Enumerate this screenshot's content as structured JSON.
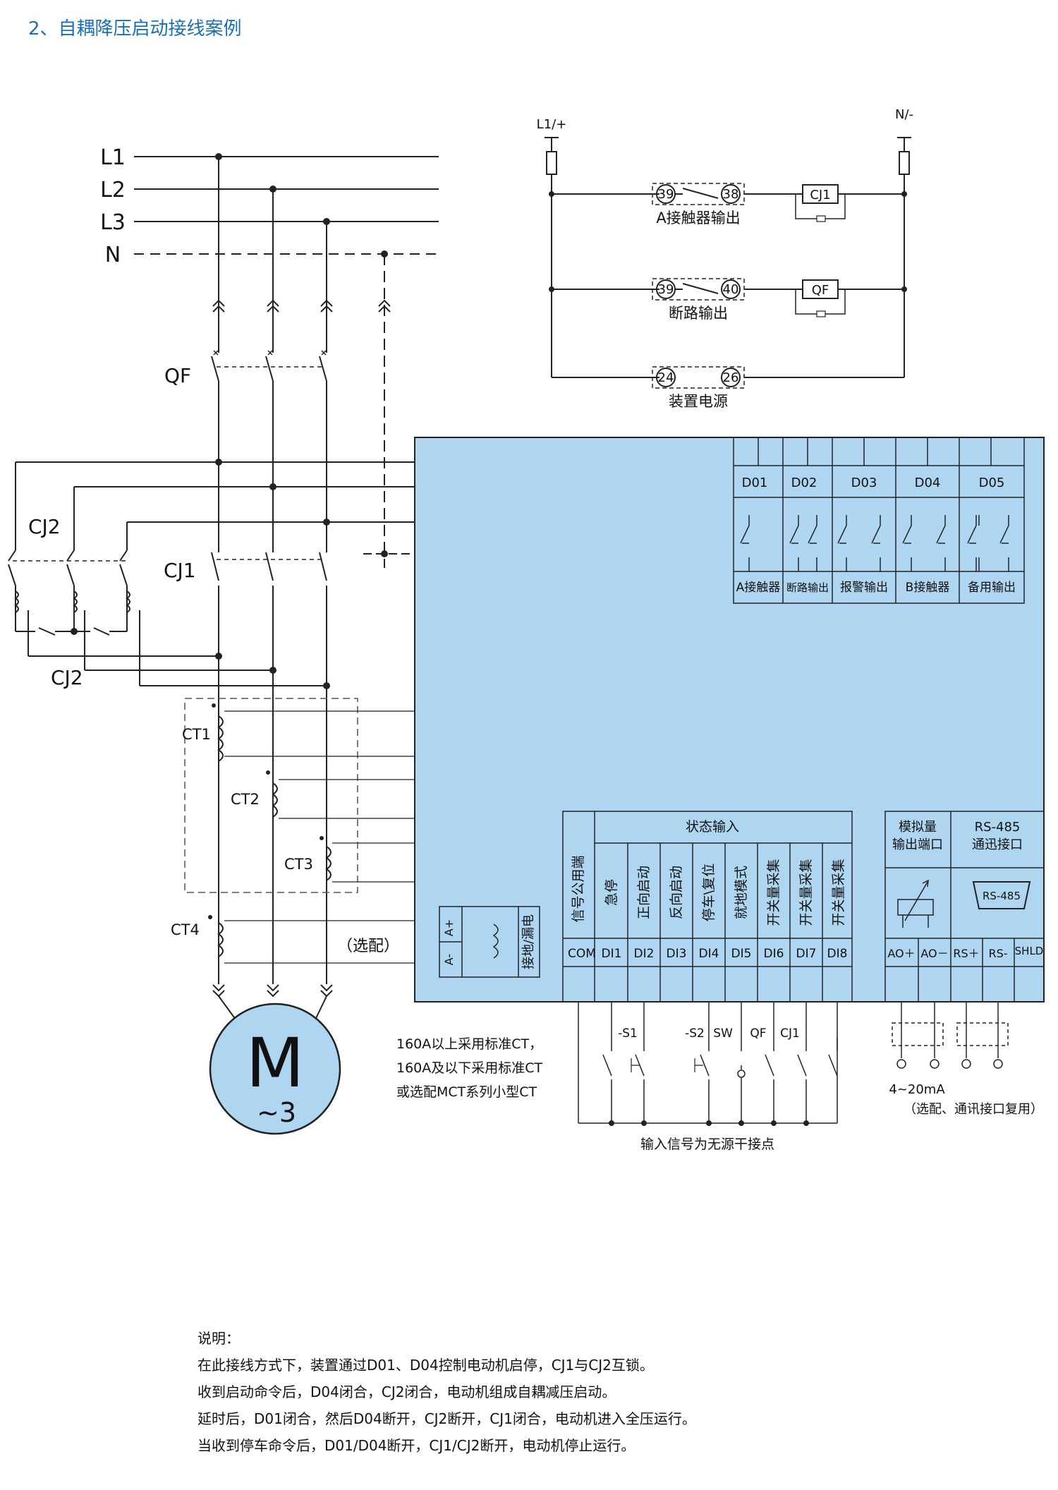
{
  "section_title": "2、自耦降压启动接线案例",
  "power_lines": [
    "L1",
    "L2",
    "L3",
    "N"
  ],
  "labels": {
    "qf": "QF",
    "cj1": "CJ1",
    "cj2": "CJ2",
    "ct1": "CT1",
    "ct2": "CT2",
    "ct3": "CT3",
    "ct4": "CT4",
    "optional": "（选配）",
    "motor_letter": "M",
    "motor_sub": "~3",
    "l1_plus": "L1/+",
    "n_minus": "N/-"
  },
  "control_circuit": {
    "rows": [
      {
        "left": "39",
        "right": "38",
        "caption": "A接触器输出",
        "coil": "CJ1"
      },
      {
        "left": "39",
        "right": "40",
        "caption": "断路输出",
        "coil": "QF"
      },
      {
        "left": "24",
        "right": "26",
        "caption": "装置电源",
        "coil": ""
      }
    ]
  },
  "device": {
    "outputs": [
      {
        "id": "D01",
        "label": "A接触器"
      },
      {
        "id": "D02",
        "label": "断路输出"
      },
      {
        "id": "D03",
        "label": "报警输出"
      },
      {
        "id": "D04",
        "label": "B接触器"
      },
      {
        "id": "D05",
        "label": "备用输出"
      }
    ],
    "leakage": {
      "a_plus": "A+",
      "a_minus": "A-",
      "caption": "接地/漏电"
    },
    "status_input": {
      "header": "状态输入",
      "common_caption": "信号公用端",
      "common_id": "COM",
      "inputs": [
        {
          "id": "DI1",
          "label": "急停"
        },
        {
          "id": "DI2",
          "label": "正向启动"
        },
        {
          "id": "DI3",
          "label": "反向启动"
        },
        {
          "id": "DI4",
          "label": "停车\\复位"
        },
        {
          "id": "DI5",
          "label": "就地模式"
        },
        {
          "id": "DI6",
          "label": "开关量采集"
        },
        {
          "id": "DI7",
          "label": "开关量采集"
        },
        {
          "id": "DI8",
          "label": "开关量采集"
        }
      ]
    },
    "analog": {
      "header_line1": "模拟量",
      "header_line2": "输出端口",
      "terminals": [
        "AO＋",
        "AO－"
      ]
    },
    "rs485": {
      "header_line1": "RS-485",
      "header_line2": "通迅接口",
      "port": "RS-485",
      "terminals": [
        "RS＋",
        "RS-",
        "SHLD"
      ]
    }
  },
  "external_inputs": [
    "-S1",
    "-S2",
    "SW",
    "QF",
    "CJ1"
  ],
  "ct_note": [
    "160A以上采用标准CT，",
    "160A及以下采用标准CT",
    "或选配MCT系列小型CT"
  ],
  "dry_contact_note": "输入信号为无源干接点",
  "analog_note": [
    "4~20mA",
    "（选配、通讯接口复用）"
  ],
  "notes": [
    "说明：",
    "在此接线方式下，装置通过D01、D04控制电动机启停，CJ1与CJ2互锁。",
    "收到启动命令后，D04闭合，CJ2闭合，电动机组成自耦减压启动。",
    "延时后，D01闭合，然后D04断开，CJ2断开，CJ1闭合，电动机进入全压运行。",
    "当收到停车命令后，D01/D04断开，CJ1/CJ2断开，电动机停止运行。"
  ],
  "colors": {
    "device_fill": "#aed6f1",
    "title": "#1a6fb5",
    "motor_fill": "#aed6f1",
    "line": "#222222"
  }
}
